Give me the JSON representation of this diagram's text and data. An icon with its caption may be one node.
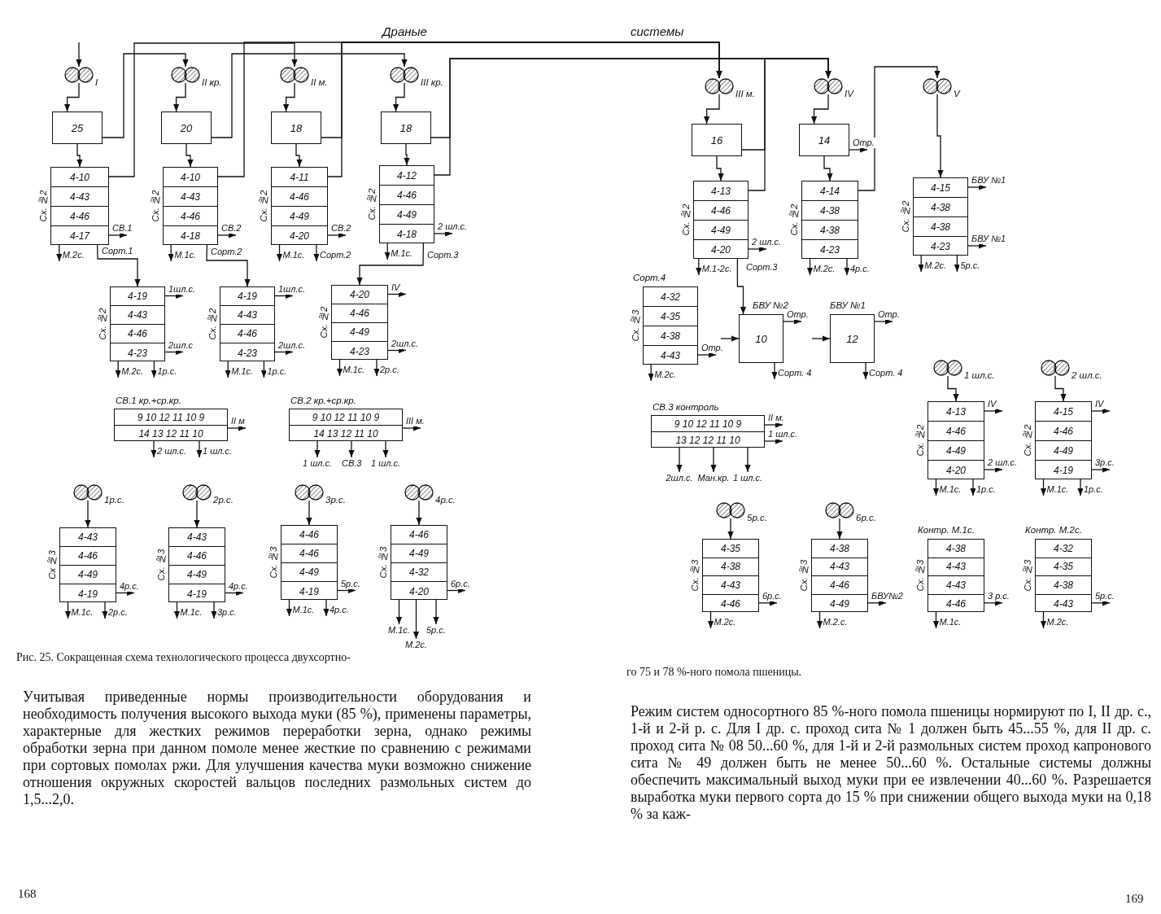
{
  "diagram": {
    "caption": "Рис. 25. Сокращенная схема технологического процесса двухсортно-",
    "nodes": [
      {
        "text": [],
        "shape": "circle",
        "beside": [
          "I"
        ]
      },
      {
        "text": [
          "25"
        ]
      },
      {
        "text": [
          "4-10",
          "4-43",
          "4-46",
          "4-17"
        ],
        "beside": [
          "Сх. №2"
        ]
      },
      {
        "text": [],
        "shape": "circle",
        "beside": [
          "II кр."
        ]
      },
      {
        "text": [
          "20"
        ]
      },
      {
        "text": [
          "4-10",
          "4-43",
          "4-46",
          "4-18"
        ],
        "beside": [
          "Сх. №2"
        ]
      },
      {
        "text": [],
        "shape": "circle",
        "beside": [
          "II м."
        ]
      },
      {
        "text": [
          "18"
        ]
      },
      {
        "text": [
          "4-11",
          "4-46",
          "4-49",
          "4-20"
        ],
        "beside": [
          "Сх. №2"
        ]
      },
      {
        "text": [],
        "shape": "circle",
        "beside": [
          "III кр."
        ]
      },
      {
        "text": [
          "18"
        ]
      },
      {
        "text": [
          "4-12",
          "4-46",
          "4-49",
          "4-18"
        ],
        "beside": [
          "Сх. №2"
        ]
      },
      {
        "text": [
          "4-19",
          "4-43",
          "4-46",
          "4-23"
        ],
        "beside": [
          "Сх. №2"
        ]
      },
      {
        "text": [
          "4-19",
          "4-43",
          "4-46",
          "4-23"
        ],
        "beside": [
          "Сх. №2"
        ]
      },
      {
        "text": [
          "4-20",
          "4-46",
          "4-49",
          "4-23"
        ],
        "beside": [
          "Сх. №2"
        ]
      },
      {
        "text": [
          "СВ.1 кр.+ср.кр.",
          "9 10 12 11 10 9",
          "14 13 12 11 10"
        ]
      },
      {
        "text": [
          "СВ.2 кр.+ср.кр.",
          "9 10 12 11 10 9",
          "14 13 12 11 10"
        ]
      },
      {
        "text": [],
        "shape": "circle",
        "beside": [
          "1р.с."
        ]
      },
      {
        "text": [
          "4-43",
          "4-46",
          "4-49",
          "4-19"
        ],
        "beside": [
          "Сх №3"
        ]
      },
      {
        "text": [],
        "shape": "circle",
        "beside": [
          "2р.с."
        ]
      },
      {
        "text": [
          "4-43",
          "4-46",
          "4-49",
          "4-19"
        ],
        "beside": [
          "Сх. №3"
        ]
      },
      {
        "text": [],
        "shape": "circle",
        "beside": [
          "3р.с."
        ]
      },
      {
        "text": [
          "4-46",
          "4-46",
          "4-49",
          "4-19"
        ],
        "beside": [
          "Сх. №3"
        ]
      },
      {
        "text": [],
        "shape": "circle",
        "beside": [
          "4р.с."
        ]
      },
      {
        "text": [
          "4-46",
          "4-49",
          "4-32",
          "4-20"
        ],
        "beside": [
          "Сх. №3"
        ]
      },
      {
        "text": [],
        "shape": "circle",
        "beside": [
          "III м."
        ]
      },
      {
        "text": [
          "16"
        ]
      },
      {
        "text": [
          "4-13",
          "4-46",
          "4-49",
          "4-20"
        ],
        "beside": [
          "Сх. №2"
        ]
      },
      {
        "text": [],
        "shape": "circle",
        "beside": [
          "IV"
        ]
      },
      {
        "text": [
          "14"
        ]
      },
      {
        "text": [
          "4-14",
          "4-38",
          "4-38",
          "4-23"
        ],
        "beside": [
          "Сх. №2"
        ]
      },
      {
        "text": [],
        "shape": "circle",
        "beside": [
          "V"
        ]
      },
      {
        "text": [
          "4-15",
          "4-38",
          "4-38",
          "4-23"
        ],
        "beside": [
          "Сх. №2"
        ]
      },
      {
        "text": [
          "4-32",
          "4-35",
          "4-38",
          "4-43"
        ],
        "beside": [
          "Сорт.4",
          "Сх. №3"
        ]
      },
      {
        "text": [
          "10"
        ],
        "beside": [
          "БВУ №2"
        ]
      },
      {
        "text": [
          "12"
        ],
        "beside": [
          "БВУ №1"
        ]
      },
      {
        "text": [
          "СВ.3 контроль",
          "9 10 12 11 10 9",
          "13 12 12 11 10"
        ]
      },
      {
        "text": [],
        "shape": "circle",
        "beside": [
          "1 шл.с."
        ]
      },
      {
        "text": [
          "4-13",
          "4-46",
          "4-49",
          "4-20"
        ],
        "beside": [
          "Сх. №2"
        ]
      },
      {
        "text": [],
        "shape": "circle",
        "beside": [
          "2 шл.с."
        ]
      },
      {
        "text": [
          "4-15",
          "4-46",
          "4-49",
          "4-19"
        ],
        "beside": [
          "Сх. №2"
        ]
      },
      {
        "text": [],
        "shape": "circle",
        "beside": [
          "5р.с."
        ]
      },
      {
        "text": [
          "4-35",
          "4-38",
          "4-43",
          "4-46"
        ],
        "beside": [
          "Сх. №3"
        ]
      },
      {
        "text": [],
        "shape": "circle",
        "beside": [
          "6р.с."
        ]
      },
      {
        "text": [
          "4-38",
          "4-43",
          "4-46",
          "4-49"
        ],
        "beside": [
          "Сх. №3"
        ]
      },
      {
        "text": [
          "4-38",
          "4-43",
          "4-43",
          "4-46"
        ],
        "beside": [
          "Контр. М.1с.",
          "Сх. №3"
        ]
      },
      {
        "text": [
          "4-32",
          "4-35",
          "4-38",
          "4-43"
        ],
        "beside": [
          "Контр. М.2с.",
          "Сх. №3"
        ]
      }
    ],
    "edges": [
      {
        "from": null,
        "to": 0,
        "arrow": "to"
      },
      {
        "from": 0,
        "to": 1,
        "arrow": "to"
      },
      {
        "from": 1,
        "to": 2,
        "arrow": "to"
      },
      {
        "from": 1,
        "to": 3,
        "arrow": "to"
      },
      {
        "from": 2,
        "to": 6,
        "arrow": "to"
      },
      {
        "from": 2,
        "to": null,
        "arrow": "to",
        "label": "СВ.1"
      },
      {
        "from": 2,
        "to": 12,
        "arrow": "to",
        "label": "Сорт.1"
      },
      {
        "from": 2,
        "to": null,
        "arrow": "to",
        "label": "М.2с."
      },
      {
        "from": 3,
        "to": 4,
        "arrow": "to"
      },
      {
        "from": 4,
        "to": 5,
        "arrow": "to"
      },
      {
        "from": 4,
        "to": 9,
        "arrow": "to"
      },
      {
        "from": 5,
        "to": 25,
        "arrow": "to"
      },
      {
        "from": 5,
        "to": null,
        "arrow": "to",
        "label": "СВ.2"
      },
      {
        "from": 5,
        "to": 13,
        "arrow": "to",
        "label": "Сорт.2"
      },
      {
        "from": 5,
        "to": null,
        "arrow": "to",
        "label": "М.1с."
      },
      {
        "from": 6,
        "to": 7,
        "arrow": "to"
      },
      {
        "from": 7,
        "to": 8,
        "arrow": "to"
      },
      {
        "from": 7,
        "to": 25,
        "arrow": "to"
      },
      {
        "from": 8,
        "to": 25,
        "arrow": "to"
      },
      {
        "from": 8,
        "to": null,
        "arrow": "to",
        "label": "СВ.2"
      },
      {
        "from": 8,
        "to": null,
        "arrow": "to",
        "label": "М.1с."
      },
      {
        "from": 8,
        "to": null,
        "arrow": "to",
        "label": "Сорт.2"
      },
      {
        "from": 9,
        "to": 10,
        "arrow": "to"
      },
      {
        "from": 10,
        "to": 11,
        "arrow": "to"
      },
      {
        "from": 10,
        "to": 28,
        "arrow": "to"
      },
      {
        "from": 11,
        "to": 28,
        "arrow": "to"
      },
      {
        "from": 11,
        "to": null,
        "arrow": "to",
        "label": "2 шл.с."
      },
      {
        "from": 11,
        "to": null,
        "arrow": "to",
        "label": "М.1с."
      },
      {
        "from": 11,
        "to": 14,
        "arrow": "to",
        "label": "Сорт.3"
      },
      {
        "from": 12,
        "to": null,
        "arrow": "to",
        "label": "1шл.с."
      },
      {
        "from": 12,
        "to": null,
        "arrow": "to",
        "label": "2шл.с"
      },
      {
        "from": 12,
        "to": null,
        "arrow": "to",
        "label": "М.2с."
      },
      {
        "from": 12,
        "to": null,
        "arrow": "to",
        "label": "1р.с."
      },
      {
        "from": 13,
        "to": null,
        "arrow": "to",
        "label": "1шл.с."
      },
      {
        "from": 13,
        "to": null,
        "arrow": "to",
        "label": "2шл.с."
      },
      {
        "from": 13,
        "to": null,
        "arrow": "to",
        "label": "М.1с."
      },
      {
        "from": 13,
        "to": null,
        "arrow": "to",
        "label": "1р.с."
      },
      {
        "from": 14,
        "to": null,
        "arrow": "to",
        "label": "IV"
      },
      {
        "from": 14,
        "to": null,
        "arrow": "to",
        "label": "2шл.с."
      },
      {
        "from": 14,
        "to": null,
        "arrow": "to",
        "label": "М.1с."
      },
      {
        "from": 14,
        "to": null,
        "arrow": "to",
        "label": "2р.с."
      },
      {
        "from": 15,
        "to": null,
        "arrow": "to",
        "label": "II м"
      },
      {
        "from": 15,
        "to": null,
        "arrow": "to",
        "label": "2 шл.с."
      },
      {
        "from": 15,
        "to": null,
        "arrow": "to",
        "label": "1 шл.с."
      },
      {
        "from": 16,
        "to": null,
        "arrow": "to",
        "label": "III м."
      },
      {
        "from": 16,
        "to": null,
        "arrow": "to",
        "label": "1 шл.с."
      },
      {
        "from": 16,
        "to": null,
        "arrow": "to",
        "label": "СВ.3"
      },
      {
        "from": 16,
        "to": null,
        "arrow": "to",
        "label": "1 шл.с."
      },
      {
        "from": 17,
        "to": 18,
        "arrow": "to"
      },
      {
        "from": 18,
        "to": null,
        "arrow": "to",
        "label": "4р.с."
      },
      {
        "from": 18,
        "to": null,
        "arrow": "to",
        "label": "М.1с."
      },
      {
        "from": 18,
        "to": null,
        "arrow": "to",
        "label": "2р.с."
      },
      {
        "from": 19,
        "to": 20,
        "arrow": "to"
      },
      {
        "from": 20,
        "to": null,
        "arrow": "to",
        "label": "4р.с."
      },
      {
        "from": 20,
        "to": null,
        "arrow": "to",
        "label": "М.1с."
      },
      {
        "from": 20,
        "to": null,
        "arrow": "to",
        "label": "3р.с."
      },
      {
        "from": 21,
        "to": 22,
        "arrow": "to"
      },
      {
        "from": 22,
        "to": null,
        "arrow": "to",
        "label": "5р.с."
      },
      {
        "from": 22,
        "to": null,
        "arrow": "to",
        "label": "М.1с."
      },
      {
        "from": 22,
        "to": null,
        "arrow": "to",
        "label": "4р.с."
      },
      {
        "from": 23,
        "to": 24,
        "arrow": "to"
      },
      {
        "from": 24,
        "to": null,
        "arrow": "to",
        "label": "6р.с."
      },
      {
        "from": 24,
        "to": null,
        "arrow": "to",
        "label": "М.1с."
      },
      {
        "from": 24,
        "to": null,
        "arrow": "to",
        "label": "М.2с."
      },
      {
        "from": 24,
        "to": null,
        "arrow": "to",
        "label": "5р.с."
      },
      {
        "from": 25,
        "to": 26,
        "arrow": "to"
      },
      {
        "from": 26,
        "to": 27,
        "arrow": "to"
      },
      {
        "from": 26,
        "to": 28,
        "arrow": "to"
      },
      {
        "from": 27,
        "to": 28,
        "arrow": "to"
      },
      {
        "from": 27,
        "to": null,
        "arrow": "to",
        "label": "2 шл.с."
      },
      {
        "from": 27,
        "to": null,
        "arrow": "to",
        "label": "М.1-2с."
      },
      {
        "from": 27,
        "to": 34,
        "arrow": "to",
        "label": "Сорт.3"
      },
      {
        "from": 28,
        "to": 29,
        "arrow": "to"
      },
      {
        "from": 29,
        "to": 30,
        "arrow": "to"
      },
      {
        "from": 29,
        "to": null,
        "arrow": "to",
        "label": "Отр."
      },
      {
        "from": 30,
        "to": 31,
        "arrow": "to"
      },
      {
        "from": 30,
        "to": null,
        "arrow": "to",
        "label": "М.2с."
      },
      {
        "from": 30,
        "to": null,
        "arrow": "to",
        "label": "4р.с."
      },
      {
        "from": 31,
        "to": 32,
        "arrow": "to"
      },
      {
        "from": 32,
        "to": null,
        "arrow": "to",
        "label": "БВУ №1"
      },
      {
        "from": 32,
        "to": null,
        "arrow": "to",
        "label": "БВУ №1"
      },
      {
        "from": 32,
        "to": null,
        "arrow": "to",
        "label": "М.2с."
      },
      {
        "from": 32,
        "to": null,
        "arrow": "to",
        "label": "5р.с."
      },
      {
        "from": 33,
        "to": null,
        "arrow": "to",
        "label": "Отр."
      },
      {
        "from": 33,
        "to": null,
        "arrow": "to",
        "label": "М.2с."
      },
      {
        "from": null,
        "to": 34,
        "arrow": "to"
      },
      {
        "from": 34,
        "to": null,
        "arrow": "to",
        "label": "Отр."
      },
      {
        "from": 34,
        "to": null,
        "arrow": "to",
        "label": "Сорт. 4"
      },
      {
        "from": null,
        "to": 35,
        "arrow": "to"
      },
      {
        "from": 35,
        "to": null,
        "arrow": "to",
        "label": "Отр."
      },
      {
        "from": 35,
        "to": null,
        "arrow": "to",
        "label": "Сорт. 4"
      },
      {
        "from": 36,
        "to": null,
        "arrow": "to",
        "label": "II м."
      },
      {
        "from": 36,
        "to": null,
        "arrow": "to",
        "label": "1 шл.с."
      },
      {
        "from": 36,
        "to": null,
        "arrow": "to",
        "label": "2шл.с."
      },
      {
        "from": 36,
        "to": null,
        "arrow": "to",
        "label": "Ман.кр."
      },
      {
        "from": 36,
        "to": null,
        "arrow": "to",
        "label": "1 шл.с."
      },
      {
        "from": 37,
        "to": 38,
        "arrow": "to"
      },
      {
        "from": 38,
        "to": null,
        "arrow": "to",
        "label": "IV"
      },
      {
        "from": 38,
        "to": null,
        "arrow": "to",
        "label": "2 шл.с."
      },
      {
        "from": 38,
        "to": null,
        "arrow": "to",
        "label": "М.1с."
      },
      {
        "from": 38,
        "to": null,
        "arrow": "to",
        "label": "1р.с."
      },
      {
        "from": 39,
        "to": 40,
        "arrow": "to"
      },
      {
        "from": 40,
        "to": null,
        "arrow": "to",
        "label": "IV"
      },
      {
        "from": 40,
        "to": null,
        "arrow": "to",
        "label": "3р.с."
      },
      {
        "from": 40,
        "to": null,
        "arrow": "to",
        "label": "М.1с."
      },
      {
        "from": 40,
        "to": null,
        "arrow": "to",
        "label": "1р.с."
      },
      {
        "from": 41,
        "to": 42,
        "arrow": "to"
      },
      {
        "from": 42,
        "to": null,
        "arrow": "to",
        "label": "6р.с."
      },
      {
        "from": 42,
        "to": null,
        "arrow": "to",
        "label": "М.2с."
      },
      {
        "from": 43,
        "to": 44,
        "arrow": "to"
      },
      {
        "from": 44,
        "to": null,
        "arrow": "to",
        "label": "БВУ№2"
      },
      {
        "from": 44,
        "to": null,
        "arrow": "to",
        "label": "М.2.с."
      },
      {
        "from": 45,
        "to": null,
        "arrow": "to",
        "label": "3 р.с."
      },
      {
        "from": 45,
        "to": null,
        "arrow": "to",
        "label": "М.1с."
      },
      {
        "from": 46,
        "to": null,
        "arrow": "to",
        "label": "5р.с."
      },
      {
        "from": 46,
        "to": null,
        "arrow": "to",
        "label": "М.2с."
      }
    ],
    "labels": [
      "Драные",
      "системы",
      "го 75 и 78 %-ного помола пшеницы.",
      "Учитывая приведенные нормы производительности оборудования и необходимость получения высокого выхода муки (85 %), применены параметры, характерные для жестких режимов переработки зерна, однако режимы обработки зерна при данном помоле менее жесткие по сравнению с режимами при сортовых помолах ржи. Для улучшения качества муки возможно снижение отношения окружных скоростей вальцов последних размольных систем до 1,5...2,0.",
      "168",
      "Режим систем односортного 85 %-ного помола пшеницы нормируют по I, II др. с., 1-й и 2-й р. с. Для I др. с. проход сита № 1 должен быть 45...55 %, для II др. с. проход сита № 08 50...60 %, для 1-й и 2-й размольных систем проход капронового сита № 49 должен быть не менее 50...60 %. Остальные системы должны обеспечить максимальный выход муки при ее извлечении 40...60 %. Разрешается выработка муки первого сорта до 15 % при снижении общего выхода муки на 0,18 % за каж-",
      "169"
    ]
  }
}
